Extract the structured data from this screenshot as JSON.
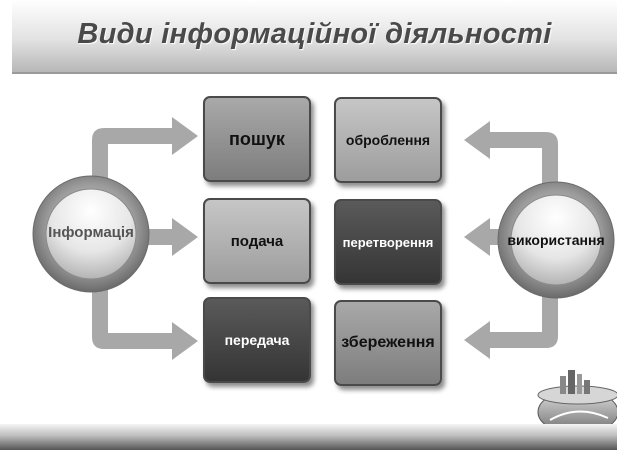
{
  "title": "Види інформаційної діяльності",
  "left_node": {
    "label": "Інформація"
  },
  "right_node": {
    "label": "використання"
  },
  "boxes": [
    {
      "label": "пошук"
    },
    {
      "label": "оброблення"
    },
    {
      "label": "подача"
    },
    {
      "label": "перетворення"
    },
    {
      "label": "передача"
    },
    {
      "label": "збереження"
    }
  ],
  "colors": {
    "box_light": "#b0b0b0",
    "box_dark": "#444444",
    "arrow": "#a8a8a8",
    "title": "#4a4a4a"
  }
}
